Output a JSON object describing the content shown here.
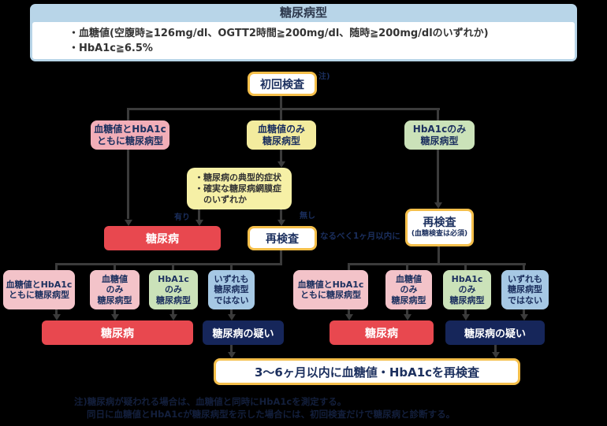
{
  "header": {
    "title": "糖尿病型",
    "bullet1": "・血糖値(空腹時≧126mg/dl、OGTT2時間≧200mg/dl、随時≧200mg/dlのいずれか)",
    "bullet2": "・HbA1c≧6.5%"
  },
  "initial_exam": {
    "label": "初回検査",
    "note_mark": "注)"
  },
  "row1": {
    "both": {
      "line1": "血糖値とHbA1c",
      "line2": "ともに糖尿病型"
    },
    "glucose_only": {
      "line1": "血糖値のみ",
      "line2": "糖尿病型"
    },
    "hba1c_only": {
      "line1": "HbA1cのみ",
      "line2": "糖尿病型"
    }
  },
  "symptoms_box": {
    "line1": "・糖尿病の典型的症状",
    "line2": "・確実な糖尿病網膜症",
    "line3": "　のいずれか"
  },
  "labels": {
    "present": "有り",
    "absent": "無し",
    "retest_within": "なるべく1ヶ月以内に"
  },
  "mid": {
    "diabetes": "糖尿病",
    "retest": "再検査",
    "retest_right": "再検査",
    "retest_right_sub": "(血糖検査は必須)"
  },
  "row2_left": {
    "both": {
      "line1": "血糖値とHbA1c",
      "line2": "ともに糖尿病型"
    },
    "glucose": {
      "line1": "血糖値",
      "line2": "のみ",
      "line3": "糖尿病型"
    },
    "hba1c": {
      "line1": "HbA1c",
      "line2": "のみ",
      "line3": "糖尿病型"
    },
    "neither": {
      "line1": "いずれも",
      "line2": "糖尿病型",
      "line3": "ではない"
    }
  },
  "row2_right": {
    "both": {
      "line1": "血糖値とHbA1c",
      "line2": "ともに糖尿病型"
    },
    "glucose": {
      "line1": "血糖値",
      "line2": "のみ",
      "line3": "糖尿病型"
    },
    "hba1c": {
      "line1": "HbA1c",
      "line2": "のみ",
      "line3": "糖尿病型"
    },
    "neither": {
      "line1": "いずれも",
      "line2": "糖尿病型",
      "line3": "ではない"
    }
  },
  "bottom": {
    "diabetes_left": "糖尿病",
    "suspect_left": "糖尿病の疑い",
    "diabetes_right": "糖尿病",
    "suspect_right": "糖尿病の疑い",
    "final": "3〜6ヶ月以内に血糖値・HbA1cを再検査"
  },
  "footnote": {
    "line1": "注)糖尿病が疑われる場合は、血糖値と同時にHbA1cを測定する。",
    "line2": "同日に血糖値とHbA1cが糖尿病型を示した場合には、初回検査だけで糖尿病と診断する。"
  },
  "colors": {
    "header_blue": "#b8d5e8",
    "border_yellow": "#f5bf4a",
    "pink": "#f2aeb8",
    "pink_light": "#f3c3c9",
    "yellow": "#f3eb9e",
    "yellow_light": "#f6f0a6",
    "green": "#cbe2b9",
    "blue": "#a6c8e4",
    "red": "#e8484f",
    "navy": "#16265a",
    "text_navy": "#1b2f5e",
    "line": "#3b3b3b"
  }
}
